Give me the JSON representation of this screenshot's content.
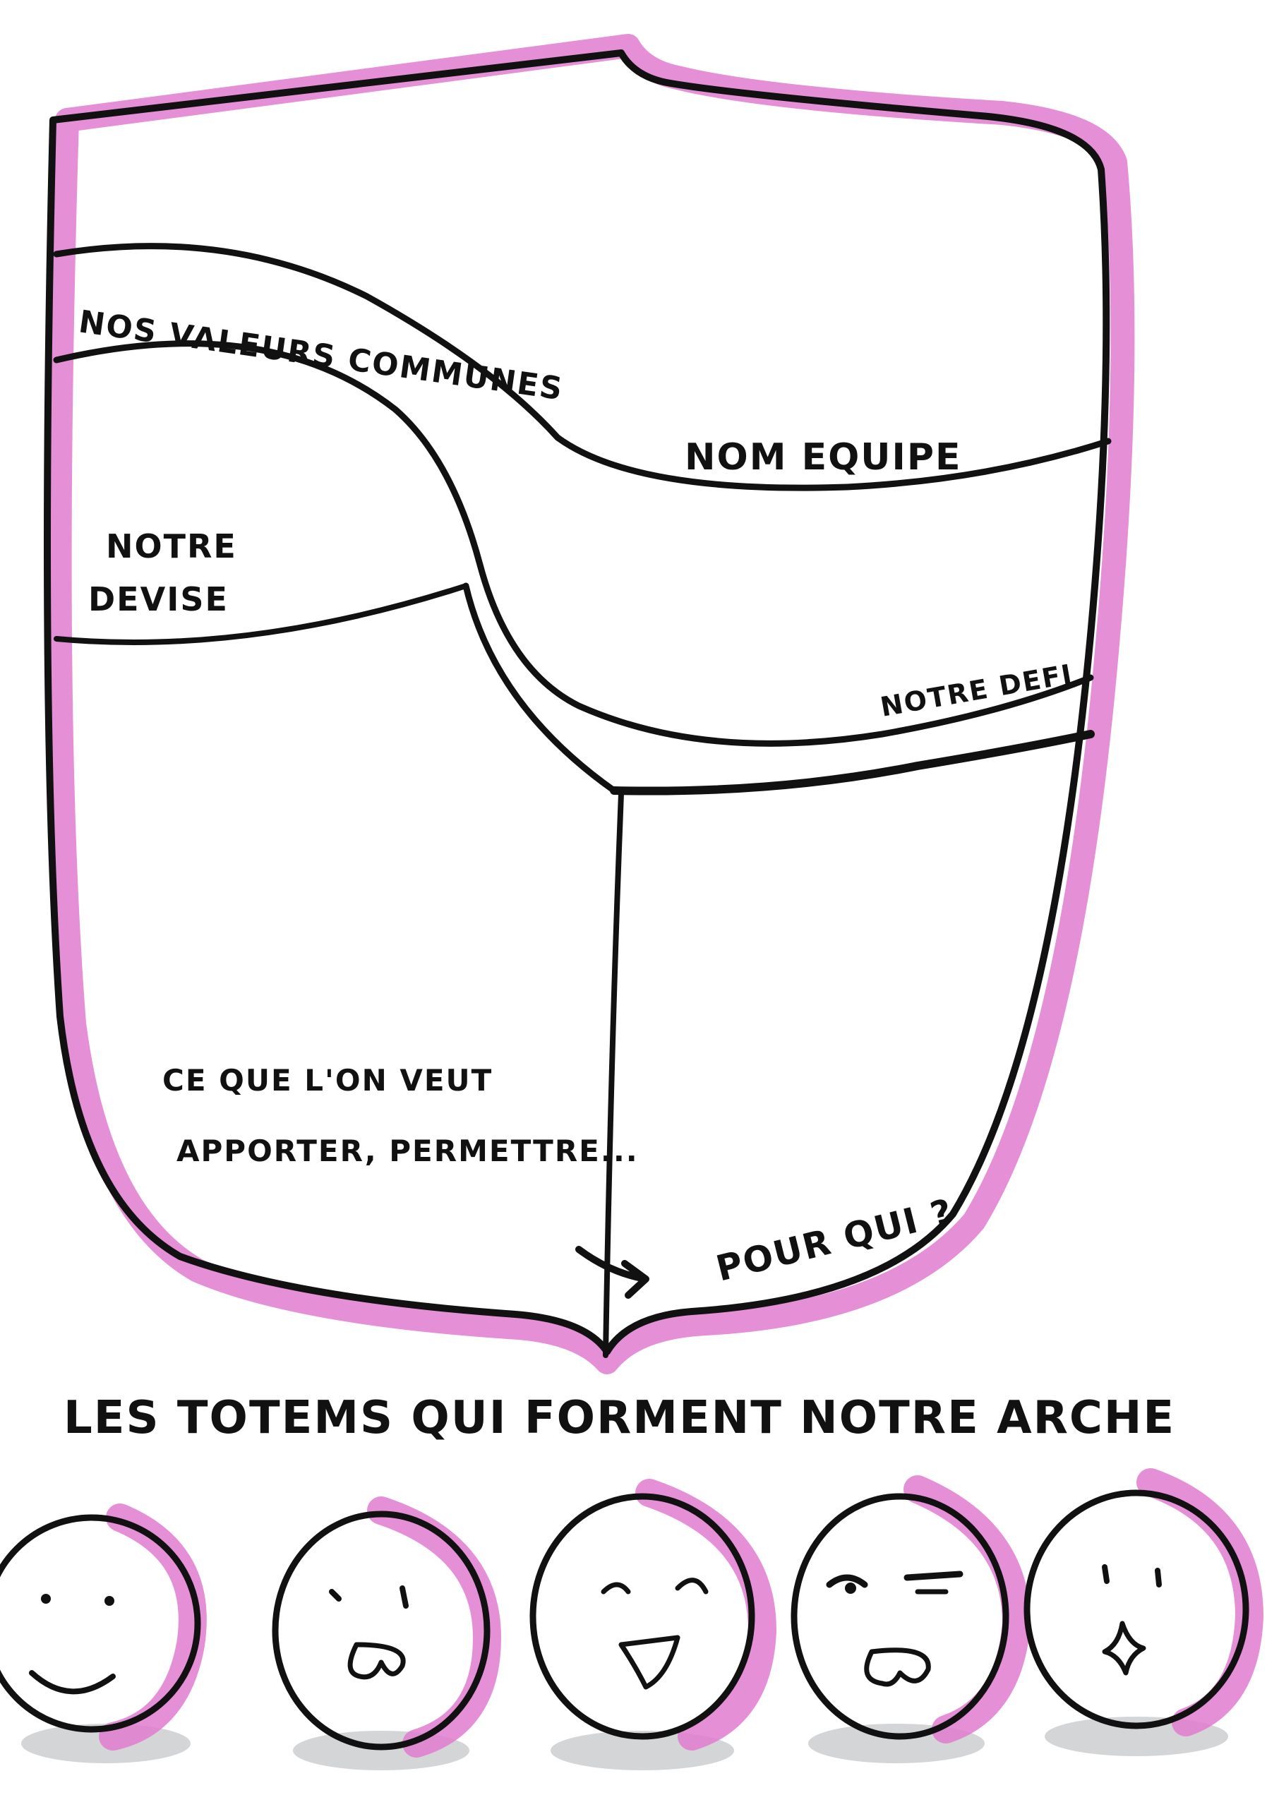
{
  "labels": {
    "values": "NOS VALEURS COMMUNES",
    "team_name": "NOM EQUIPE",
    "motto": "NOTRE DEVISE",
    "challenge": "NOTRE DEFI",
    "contribution_line1": "CE QUE L'ON VEUT",
    "contribution_line2": "APPORTER, PERMETTRE...",
    "for_whom": "POUR QUI ?",
    "totems_title": "LES TOTEMS QUI FORMENT NOTRE ARCHE"
  },
  "colors": {
    "ink": "#111111",
    "highlight": "#e07bd0",
    "shadow": "#c9cbcd",
    "paper": "#ffffff"
  },
  "totems": [
    {
      "id": "smiling",
      "face": "smile"
    },
    {
      "id": "surprised",
      "face": "open-mouth"
    },
    {
      "id": "happy",
      "face": "diamond-mouth"
    },
    {
      "id": "skeptical",
      "face": "raised-brow"
    },
    {
      "id": "amazed",
      "face": "star-mouth"
    }
  ]
}
